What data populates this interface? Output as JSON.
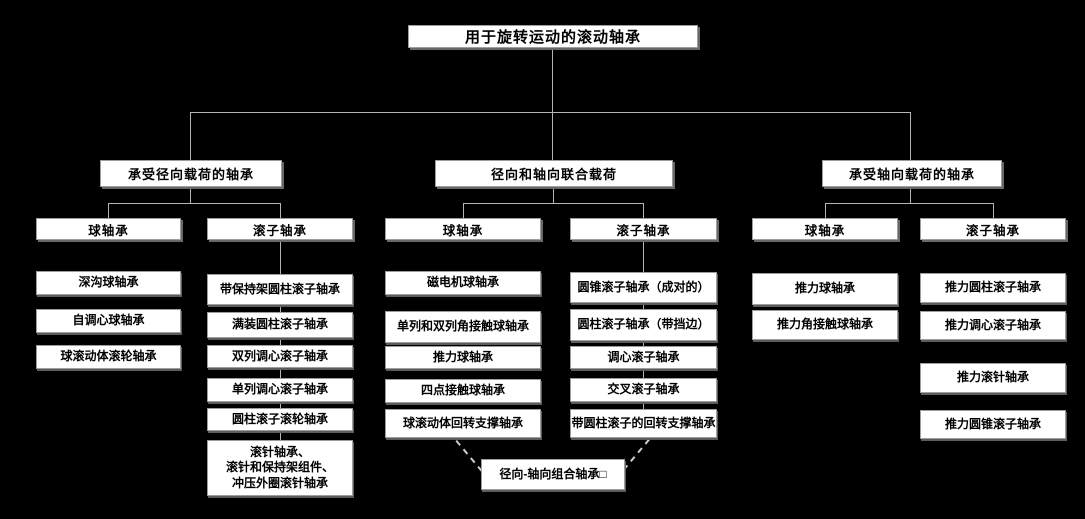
{
  "title": "用于旋转运动的滚动轴承",
  "branches": [
    {
      "label": "承受径向载荷的轴承",
      "columns": [
        {
          "header": "球轴承",
          "items": [
            "深沟球轴承",
            "自调心球轴承",
            "球滚动体滚轮轴承"
          ]
        },
        {
          "header": "滚子轴承",
          "items": [
            "带保持架圆柱滚子轴承",
            "满装圆柱滚子轴承",
            "双列调心滚子轴承",
            "单列调心滚子轴承",
            "圆柱滚子滚轮轴承",
            "滚针轴承、\n滚针和保持架组件、\n冲压外圈滚针轴承"
          ]
        }
      ]
    },
    {
      "label": "径向和轴向联合载荷",
      "columns": [
        {
          "header": "球轴承",
          "items": [
            "磁电机球轴承",
            "单列和双列角接触球轴承",
            "推力球轴承",
            "四点接触球轴承",
            "球滚动体回转支撑轴承"
          ]
        },
        {
          "header": "滚子轴承",
          "items": [
            "圆锥滚子轴承（成对的）",
            "圆柱滚子轴承（带挡边）",
            "调心滚子轴承",
            "交叉滚子轴承",
            "带圆柱滚子的回转支撑轴承"
          ]
        }
      ],
      "footer": "径向-轴向组合轴承□"
    },
    {
      "label": "承受轴向载荷的轴承",
      "columns": [
        {
          "header": "球轴承",
          "items": [
            "推力球轴承",
            "推力角接触球轴承"
          ]
        },
        {
          "header": "滚子轴承",
          "items": [
            "推力圆柱滚子轴承",
            "推力调心滚子轴承",
            "推力滚针轴承",
            "推力圆锥滚子轴承"
          ]
        }
      ]
    }
  ],
  "colors": {
    "background": "#000000",
    "box_fill": "#ffffff",
    "box_text": "#000000",
    "line": "#b5b5b5"
  }
}
